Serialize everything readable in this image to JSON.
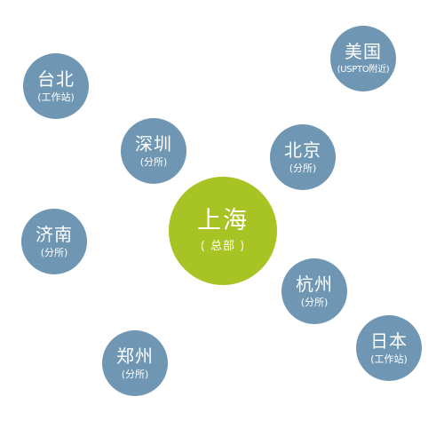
{
  "colors": {
    "branch": "#6f96b3",
    "hub": "#a8c424",
    "text": "#ffffff",
    "background": "#ffffff"
  },
  "hub": {
    "name": "上海",
    "sub": "( 总部 )"
  },
  "offices": {
    "taibei": {
      "name": "台北",
      "sub": "(工作站)"
    },
    "meiguo": {
      "name": "美国",
      "sub": "(USPTO附近)"
    },
    "shenzhen": {
      "name": "深圳",
      "sub": "(分所)"
    },
    "beijing": {
      "name": "北京",
      "sub": "(分所)"
    },
    "jinan": {
      "name": "济南",
      "sub": "(分所)"
    },
    "hangzhou": {
      "name": "杭州",
      "sub": "(分所)"
    },
    "zhengzhou": {
      "name": "郑州",
      "sub": "(分所)"
    },
    "riben": {
      "name": "日本",
      "sub": "(工作站)"
    }
  }
}
